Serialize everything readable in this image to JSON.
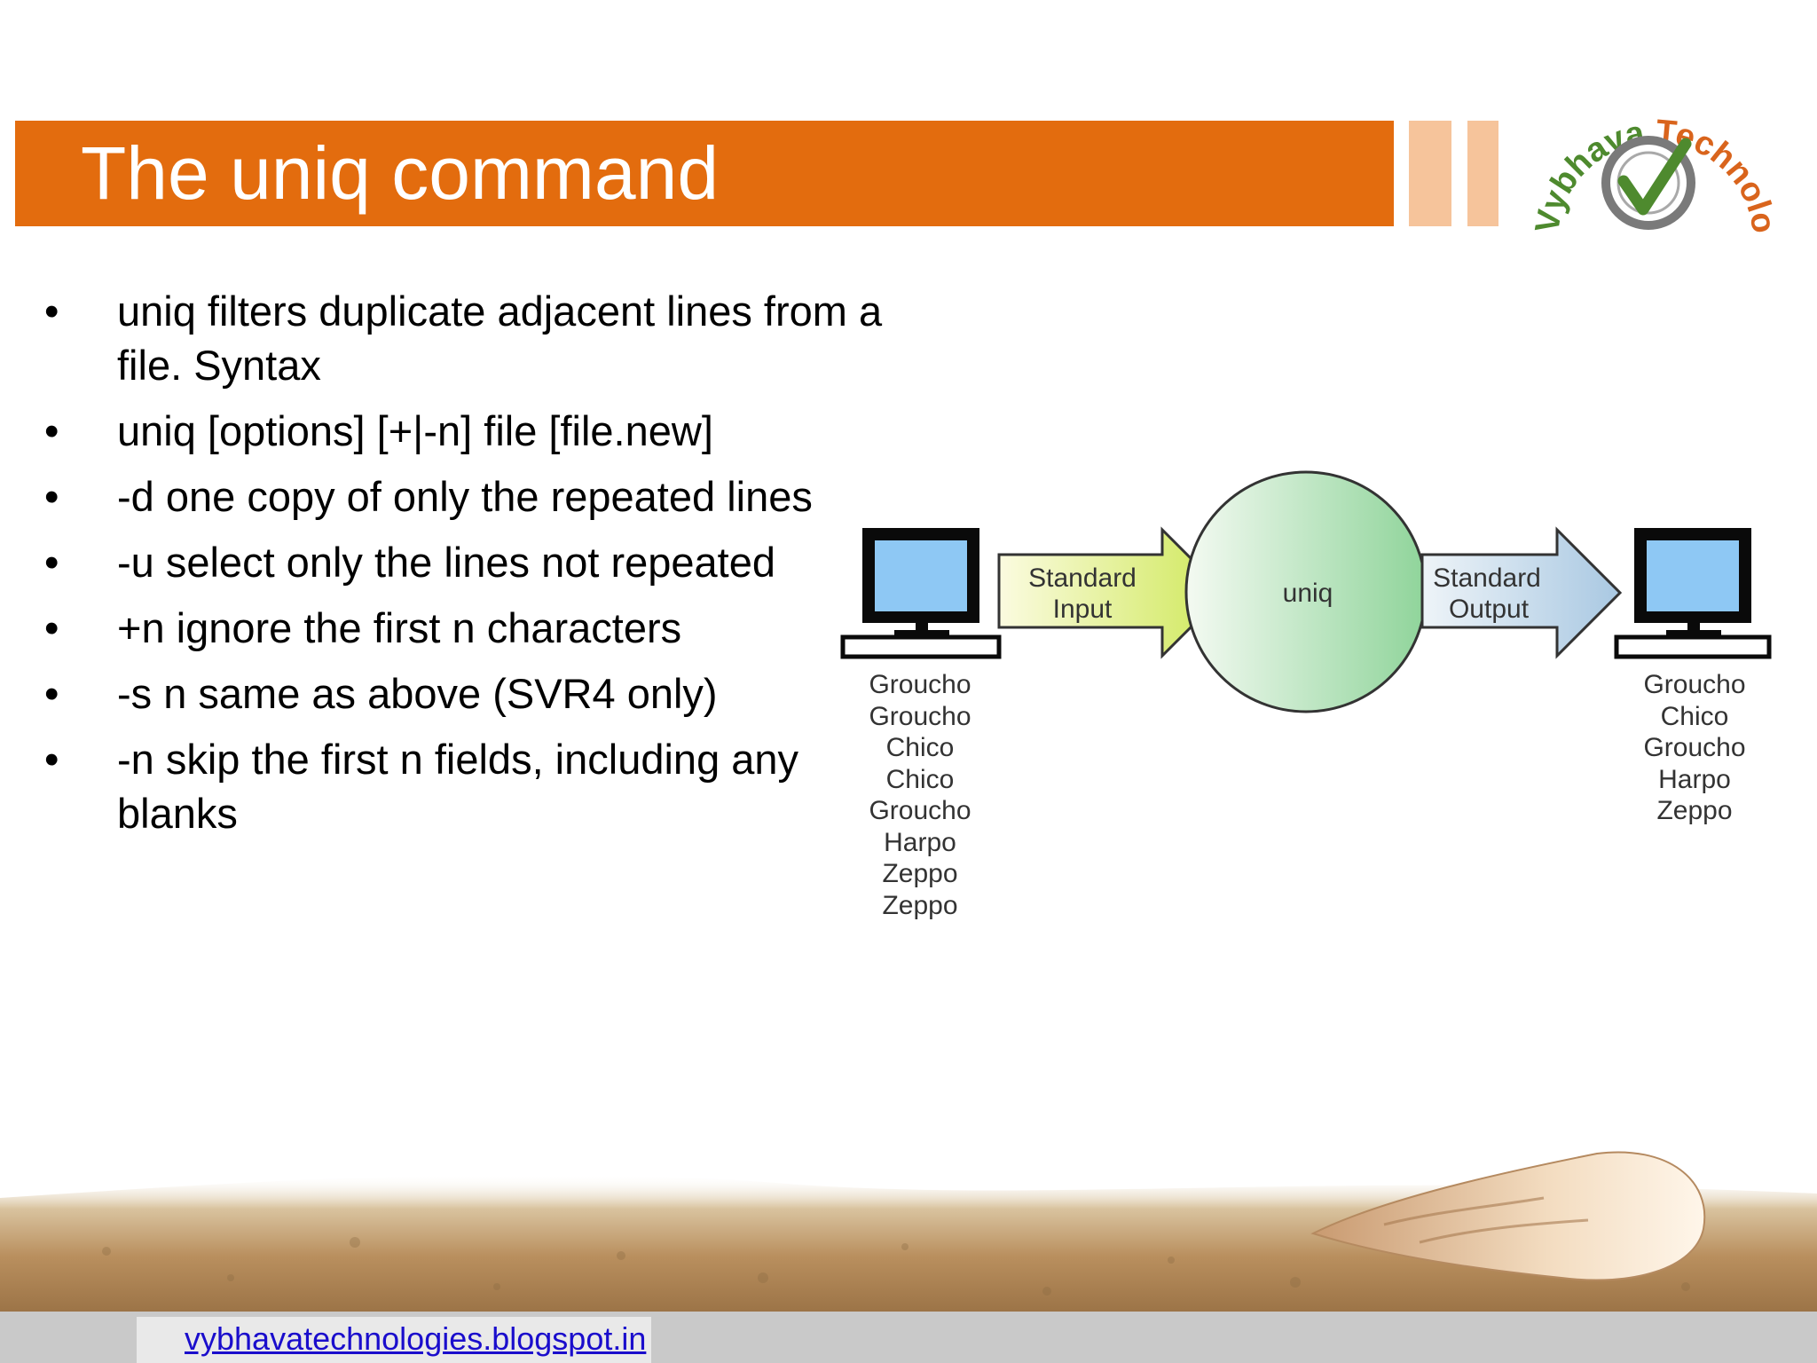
{
  "slide": {
    "title": "The uniq command"
  },
  "logo": {
    "brand_text": "Vybhava Technologies"
  },
  "bullets": [
    {
      "marker": "•",
      "text": "uniq filters duplicate adjacent lines from a file. Syntax"
    },
    {
      "marker": "•",
      "text": "uniq [options] [+|-n] file [file.new]"
    },
    {
      "marker": "•",
      "text": "-d one copy of only the repeated lines"
    },
    {
      "marker": "•",
      "text": "-u select only the lines not repeated"
    },
    {
      "marker": "•",
      "text": "+n ignore the first n characters"
    },
    {
      "marker": "•",
      "text": "-s n same as above (SVR4 only)"
    },
    {
      "marker": "•",
      "text": "-n skip the first n fields, including any blanks"
    }
  ],
  "diagram": {
    "input_arrow_line1": "Standard",
    "input_arrow_line2": "Input",
    "process_label": "uniq",
    "output_arrow_line1": "Standard",
    "output_arrow_line2": "Output",
    "input_names": [
      "Groucho",
      "Groucho",
      "Chico",
      "Chico",
      "Groucho",
      "Harpo",
      "Zeppo",
      "Zeppo"
    ],
    "output_names": [
      "Groucho",
      "Chico",
      "Groucho",
      "Harpo",
      "Zeppo"
    ]
  },
  "footer": {
    "link": "vybhavatechnologies.blogspot.in"
  },
  "colors": {
    "title_bar": "#e36c0e",
    "title_stripes": "#f6c49b",
    "logo_green": "#4e8a2e",
    "logo_orange": "#d9641c",
    "footer_bar": "#c9c9c9",
    "link": "#1a0dcc"
  }
}
